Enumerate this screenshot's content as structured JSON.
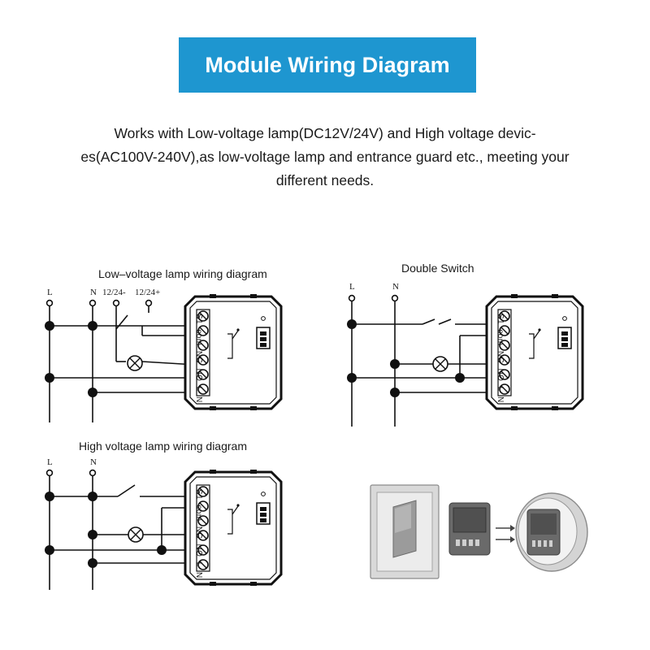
{
  "header": {
    "title": "Module Wiring Diagram"
  },
  "intro": {
    "line1": "Works with Low-voltage lamp(DC12V/24V) and High voltage devic-",
    "line2": "es(AC100V-240V),as low-voltage lamp and entrance guard etc., meeting your",
    "line3": "different needs."
  },
  "diagrams": {
    "low_voltage": {
      "title": "Low–voltage lamp wiring diagram",
      "rails": [
        "L",
        "N",
        "12/24-",
        "12/24+"
      ]
    },
    "double_switch": {
      "title": "Double Switch",
      "rails": [
        "L",
        "N"
      ]
    },
    "high_voltage": {
      "title": "High voltage lamp wiring diagram",
      "rails": [
        "L",
        "N"
      ]
    }
  },
  "module": {
    "terminals": [
      "S1",
      "com",
      "NC",
      "NO",
      "L",
      "N"
    ]
  },
  "colors": {
    "banner": "#1e96d0",
    "line": "#111111"
  }
}
